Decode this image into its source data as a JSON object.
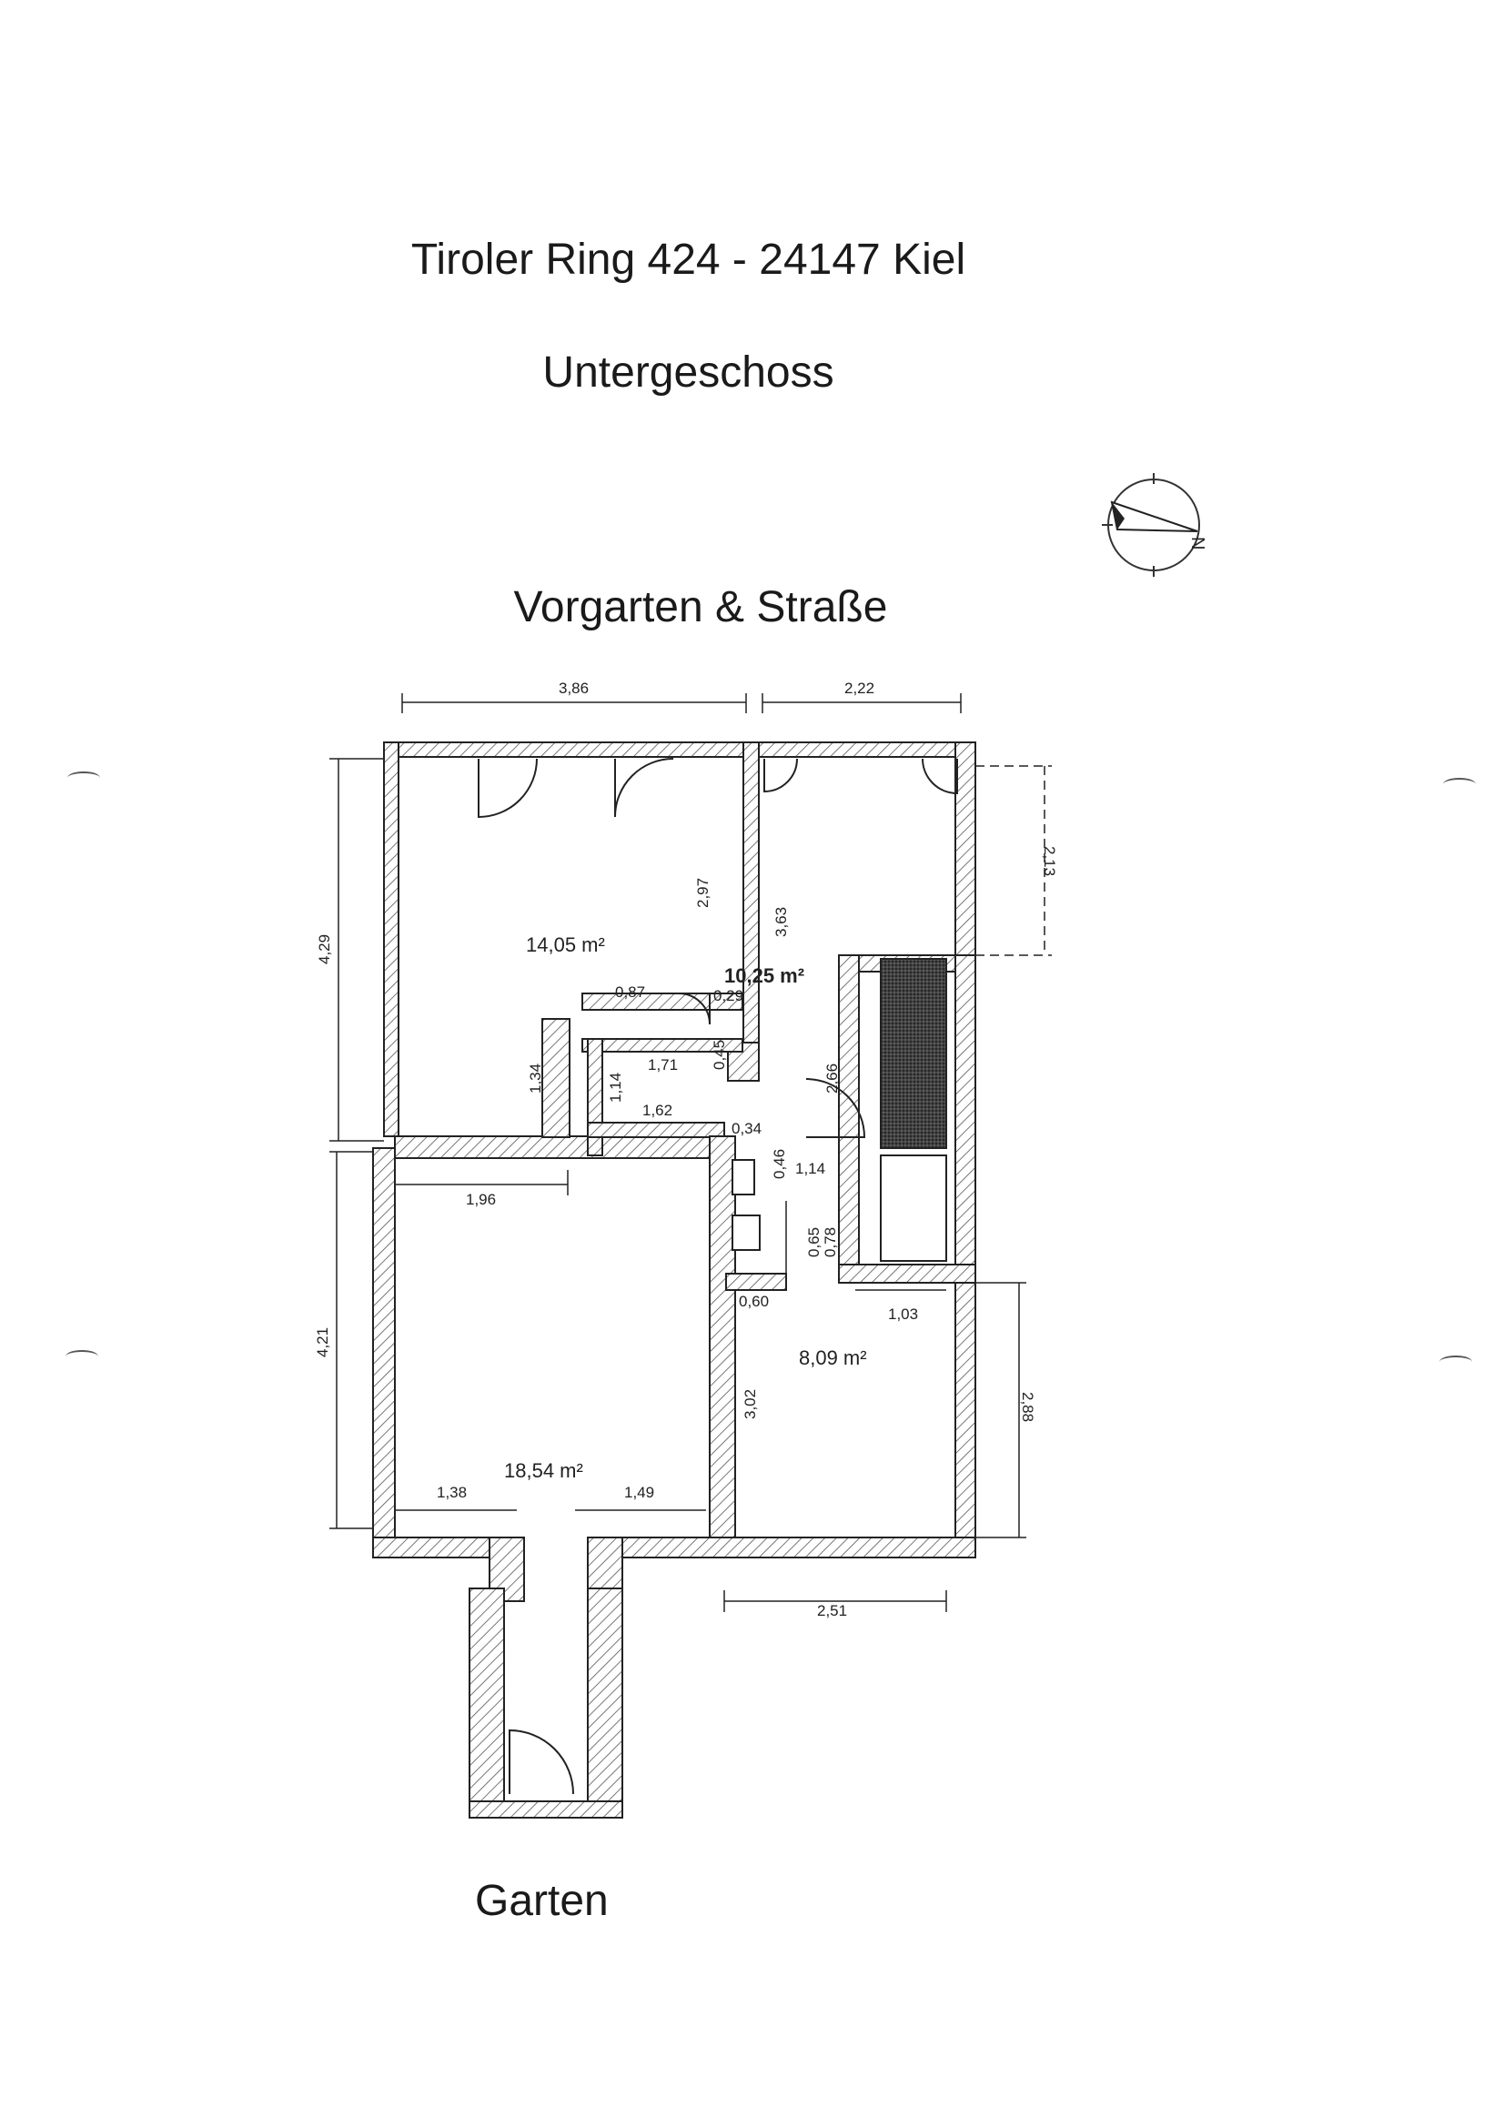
{
  "header": {
    "title": "Tiroler Ring 424 - 24147 Kiel",
    "subtitle": "Untergeschoss",
    "top_label": "Vorgarten & Straße",
    "bottom_label": "Garten"
  },
  "compass": {
    "north_label": "N"
  },
  "rooms": [
    {
      "id": "room-top-left",
      "area": "14,05 m²"
    },
    {
      "id": "room-top-right",
      "area": "10,25 m²"
    },
    {
      "id": "room-bottom-left",
      "area": "18,54 m²"
    },
    {
      "id": "room-bottom-right",
      "area": "8,09 m²"
    }
  ],
  "dimensions": {
    "top_left_width": "3,86",
    "top_right_width": "2,22",
    "left_upper_height": "4,29",
    "left_lower_height": "4,21",
    "right_upper_height": "2,13",
    "right_lower_height": "2,88",
    "inner_wall_height": "2,97",
    "right_room_height": "3,63",
    "stair_height": "2,66",
    "passage_width": "0,87",
    "small_29": "0,29",
    "corridor_width": "1,71",
    "corridor_45": "0,45",
    "niche_height": "1,34",
    "corridor_114a": "1,14",
    "corridor_162": "1,62",
    "small_34": "0,34",
    "small_46": "0,46",
    "door_114b": "1,14",
    "bottom_left_196": "1,96",
    "small_65": "0,65",
    "small_78": "0,78",
    "small_60": "0,60",
    "right_103": "1,03",
    "bottom_right_302": "3,02",
    "opening_138": "1,38",
    "opening_149": "1,49",
    "bottom_251": "2,51"
  }
}
